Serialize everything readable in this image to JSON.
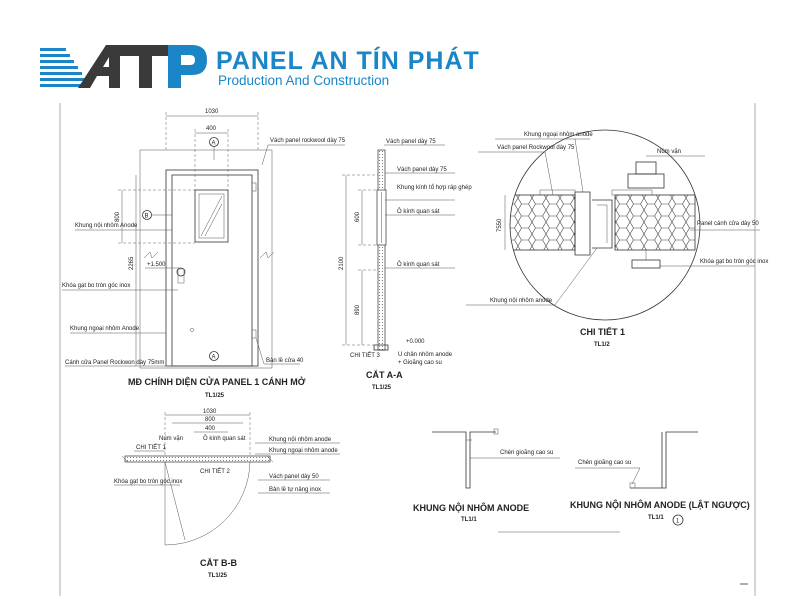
{
  "brand": {
    "name": "PANEL AN TÍN PHÁT",
    "tagline": "Production And Construction",
    "accent": "#1a86c8"
  },
  "front_view": {
    "title": "MĐ CHÍNH DIỆN CỬA PANEL 1 CÁNH MỞ",
    "scale": "TL1/25",
    "dims": [
      "1030",
      "400",
      "800",
      "2265",
      "+1.500"
    ],
    "callout_a": "A",
    "callout_b": "B",
    "labels": {
      "vach_panel": "Vách panel rockwool dày 75",
      "khung_noi": "Khung nội nhôm Anode",
      "khoa": "Khóa gạt bo tròn góc inox",
      "khung_ngoai": "Khung ngoại nhôm Anode",
      "canh_cua": "Cánh cửa Panel Rockwon dày 75mm",
      "ban_le": "Bản lề cửa 40"
    }
  },
  "section_aa": {
    "title": "CẮT A-A",
    "scale": "TL1/25",
    "dims": [
      "600",
      "2100",
      "890",
      "+0.000"
    ],
    "labels": {
      "vach_top": "Vách panel dày 75",
      "vach2": "Vách panel dày 75",
      "khung_kinh": "Khung kính tổ hợp ráp ghép",
      "o_kinh1": "Ô kính quan sát",
      "o_kinh2": "Ô kính quan sát",
      "chi_tiet3": "CHI TIẾT 3",
      "u_chan": "U chân nhôm anode",
      "gioang": "+ Gioăng cao su"
    }
  },
  "detail_1": {
    "title": "CHI TIẾT 1",
    "scale": "TL1/2",
    "dims": [
      "7550"
    ],
    "labels": {
      "khung_ngoai": "Khung ngoại nhôm anode",
      "vach": "Vách panel Rockwool dày 75",
      "num_van": "Núm vặn",
      "panel_canh": "Panel cánh cửa dày 50",
      "khoa": "Khóa gạt bo tròn góc inox",
      "khung_noi": "Khung nội nhôm anode"
    }
  },
  "section_bb": {
    "title": "CẮT B-B",
    "scale": "TL1/25",
    "dims": [
      "1030",
      "800",
      "400"
    ],
    "labels": {
      "chi_tiet1": "CHI TIẾT 1",
      "chi_tiet2": "CHI TIẾT 2",
      "num_van": "Núm vặn",
      "o_kinh": "Ô kính quan sát",
      "khung_noi": "Khung nội nhôm anode",
      "khung_ngoai": "Khung ngoại nhôm anode",
      "vach": "Vách panel dày 50",
      "ban_le": "Bản lề tự nâng inox",
      "khoa": "Khóa gạt bo tròn góc inox"
    }
  },
  "profile_1": {
    "title": "KHUNG NỘI NHÔM ANODE",
    "scale": "TL1/1",
    "label": "Chèn gioăng cao su"
  },
  "profile_2": {
    "title": "KHUNG NỘI NHÔM ANODE (LẬT NGƯỢC)",
    "scale": "TL1/1",
    "label": "Chèn gioăng cao su",
    "callout": "1"
  }
}
